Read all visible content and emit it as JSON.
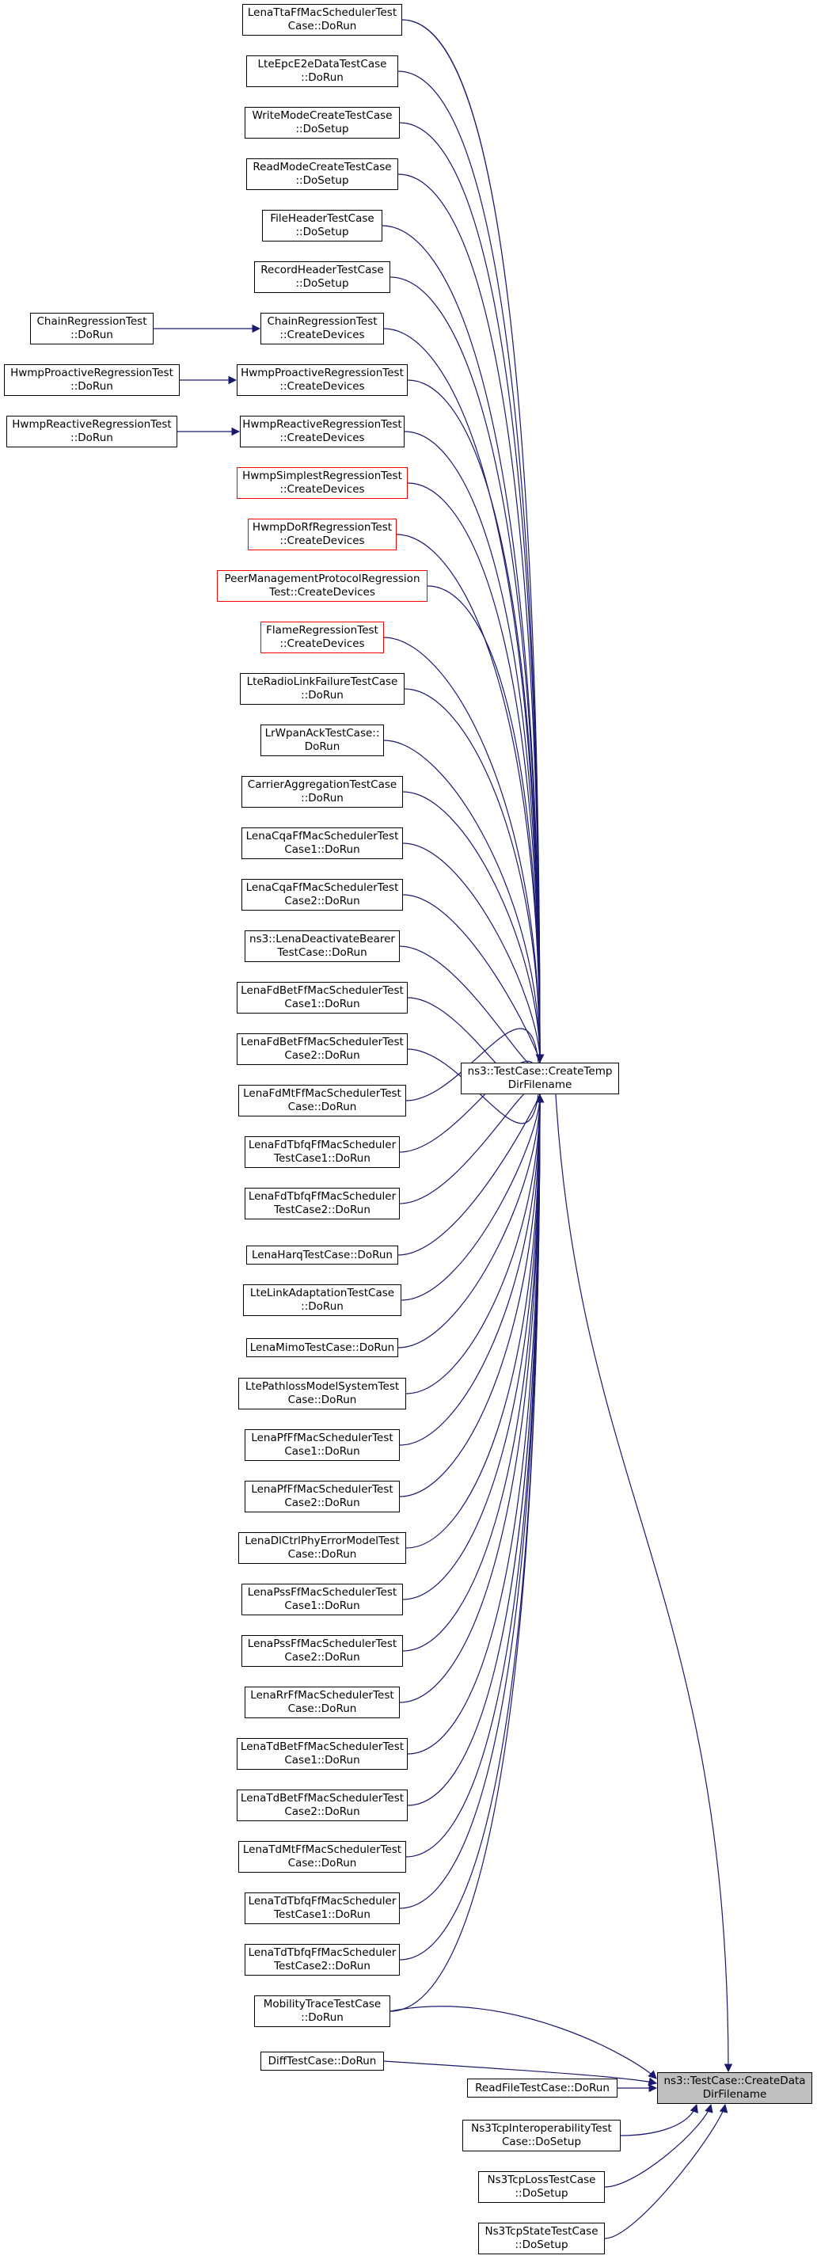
{
  "colors": {
    "edge": "#191970",
    "red_border": "#ff0000",
    "target_fill": "#bfbfbf"
  },
  "nodes": {
    "lenattaff": [
      "LenaTtaFfMacSchedulerTest",
      "Case::DoRun"
    ],
    "lteepce2e": [
      "LteEpcE2eDataTestCase",
      "::DoRun"
    ],
    "writemode": [
      "WriteModeCreateTestCase",
      "::DoSetup"
    ],
    "readmode": [
      "ReadModeCreateTestCase",
      "::DoSetup"
    ],
    "fileheader": [
      "FileHeaderTestCase",
      "::DoSetup"
    ],
    "recordheader": [
      "RecordHeaderTestCase",
      "::DoSetup"
    ],
    "chaincreate": [
      "ChainRegressionTest",
      "::CreateDevices"
    ],
    "chainrun": [
      "ChainRegressionTest",
      "::DoRun"
    ],
    "hwmpprocreate": [
      "HwmpProactiveRegressionTest",
      "::CreateDevices"
    ],
    "hwmpprorun": [
      "HwmpProactiveRegressionTest",
      "::DoRun"
    ],
    "hwmpreacreate": [
      "HwmpReactiveRegressionTest",
      "::CreateDevices"
    ],
    "hwmpreacrun": [
      "HwmpReactiveRegressionTest",
      "::DoRun"
    ],
    "hwmpsimplest": [
      "HwmpSimplestRegressionTest",
      "::CreateDevices"
    ],
    "hwmpdorf": [
      "HwmpDoRfRegressionTest",
      "::CreateDevices"
    ],
    "peermgmt": [
      "PeerManagementProtocolRegression",
      "Test::CreateDevices"
    ],
    "flame": [
      "FlameRegressionTest",
      "::CreateDevices"
    ],
    "lteradiolink": [
      "LteRadioLinkFailureTestCase",
      "::DoRun"
    ],
    "lrwpanack": [
      "LrWpanAckTestCase::",
      "DoRun"
    ],
    "carrieragg": [
      "CarrierAggregationTestCase",
      "::DoRun"
    ],
    "lenacqa1": [
      "LenaCqaFfMacSchedulerTest",
      "Case1::DoRun"
    ],
    "lenacqa2": [
      "LenaCqaFfMacSchedulerTest",
      "Case2::DoRun"
    ],
    "lenadeact": [
      "ns3::LenaDeactivateBearer",
      "TestCase::DoRun"
    ],
    "lenafdbet1": [
      "LenaFdBetFfMacSchedulerTest",
      "Case1::DoRun"
    ],
    "lenafdbet2": [
      "LenaFdBetFfMacSchedulerTest",
      "Case2::DoRun"
    ],
    "lenafdmt": [
      "LenaFdMtFfMacSchedulerTest",
      "Case::DoRun"
    ],
    "lenafdtbfq1": [
      "LenaFdTbfqFfMacScheduler",
      "TestCase1::DoRun"
    ],
    "lenafdtbfq2": [
      "LenaFdTbfqFfMacScheduler",
      "TestCase2::DoRun"
    ],
    "lenaharq": [
      "LenaHarqTestCase::DoRun"
    ],
    "ltelinkadapt": [
      "LteLinkAdaptationTestCase",
      "::DoRun"
    ],
    "lenamimo": [
      "LenaMimoTestCase::DoRun"
    ],
    "ltepathloss": [
      "LtePathlossModelSystemTest",
      "Case::DoRun"
    ],
    "lenapfff1": [
      "LenaPfFfMacSchedulerTest",
      "Case1::DoRun"
    ],
    "lenapfff2": [
      "LenaPfFfMacSchedulerTest",
      "Case2::DoRun"
    ],
    "lenadlctrl": [
      "LenaDlCtrlPhyErrorModelTest",
      "Case::DoRun"
    ],
    "lenapss1": [
      "LenaPssFfMacSchedulerTest",
      "Case1::DoRun"
    ],
    "lenapss2": [
      "LenaPssFfMacSchedulerTest",
      "Case2::DoRun"
    ],
    "lenarr": [
      "LenaRrFfMacSchedulerTest",
      "Case::DoRun"
    ],
    "lenatdbet1": [
      "LenaTdBetFfMacSchedulerTest",
      "Case1::DoRun"
    ],
    "lenatdbet2": [
      "LenaTdBetFfMacSchedulerTest",
      "Case2::DoRun"
    ],
    "lenatdmt": [
      "LenaTdMtFfMacSchedulerTest",
      "Case::DoRun"
    ],
    "lenatdtbfq1": [
      "LenaTdTbfqFfMacScheduler",
      "TestCase1::DoRun"
    ],
    "lenatdtbfq2": [
      "LenaTdTbfqFfMacScheduler",
      "TestCase2::DoRun"
    ],
    "mobilitytrace": [
      "MobilityTraceTestCase",
      "::DoRun"
    ],
    "difftest": [
      "DiffTestCase::DoRun"
    ],
    "createtemp": [
      "ns3::TestCase::CreateTemp",
      "DirFilename"
    ],
    "readfile": [
      "ReadFileTestCase::DoRun"
    ],
    "ns3tcpinterop": [
      "Ns3TcpInteroperabilityTest",
      "Case::DoSetup"
    ],
    "ns3tcploss": [
      "Ns3TcpLossTestCase",
      "::DoSetup"
    ],
    "ns3tcpstate": [
      "Ns3TcpStateTestCase",
      "::DoSetup"
    ],
    "createdata": [
      "ns3::TestCase::CreateData",
      "DirFilename"
    ]
  }
}
